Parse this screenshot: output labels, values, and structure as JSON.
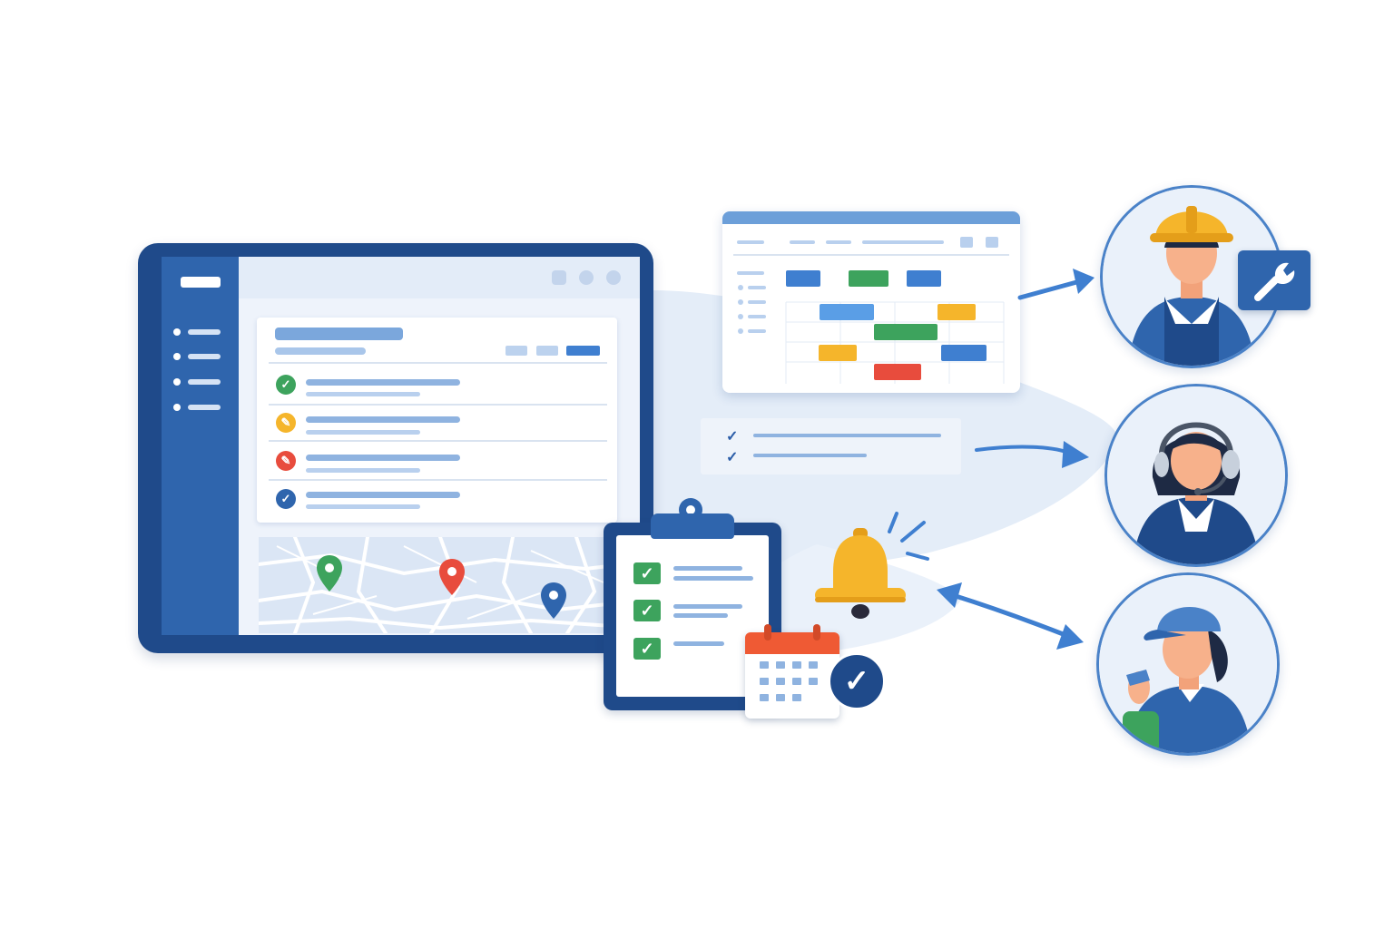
{
  "illustration": {
    "colors": {
      "primary_dark": "#1f4a8a",
      "primary": "#2f65ad",
      "light_blue": "#8fb3e0",
      "green": "#3da35d",
      "yellow": "#f5b52b",
      "red": "#e84c3d",
      "orange": "#ef5a34"
    },
    "dashboard": {
      "sidebar_items": 4,
      "window_controls": [
        "square",
        "circle",
        "circle"
      ],
      "list_rows": [
        {
          "status": "done",
          "icon": "check-icon",
          "color": "#3da35d"
        },
        {
          "status": "in-progress",
          "icon": "pencil-icon",
          "color": "#f5b52b"
        },
        {
          "status": "blocked",
          "icon": "pencil-icon",
          "color": "#e84c3d"
        },
        {
          "status": "scheduled",
          "icon": "check-icon",
          "color": "#2f65ad"
        }
      ],
      "map_pins": [
        {
          "color": "#3da35d"
        },
        {
          "color": "#e84c3d"
        },
        {
          "color": "#2f65ad"
        }
      ]
    },
    "schedule": {
      "bar_colors": [
        "#3f7fd0",
        "#3da35d",
        "#f5b52b",
        "#e84c3d"
      ]
    },
    "roles": [
      {
        "icon": "technician-icon",
        "badge": "wrench-icon"
      },
      {
        "icon": "support-agent-icon"
      },
      {
        "icon": "cleaner-icon"
      }
    ],
    "glyphs": {
      "check": "✓",
      "pencil": "✎"
    }
  }
}
